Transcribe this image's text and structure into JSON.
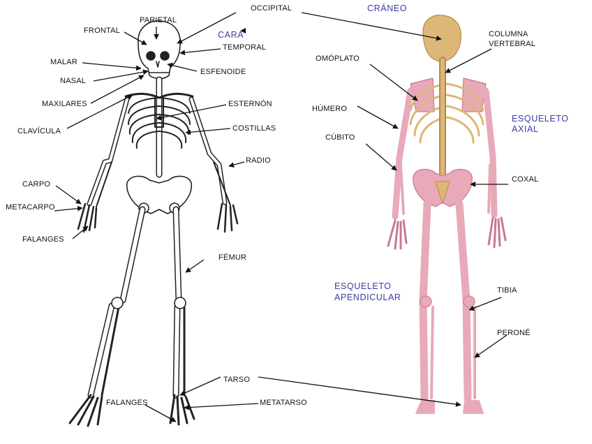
{
  "labels": {
    "occipital": "OCCIPITAL",
    "craneo": "CRÁNEO",
    "parietal": "PARIETAL",
    "frontal": "FRONTAL",
    "cara": "CARA",
    "temporal": "TEMPORAL",
    "columna_vertebral_1": "COLUMNA",
    "columna_vertebral_2": "VERTEBRAL",
    "malar": "MALAR",
    "omoplato": "OMÓPLATO",
    "nasal": "NASAL",
    "esfenoide": "ESFENOIDE",
    "maxilares": "MAXILARES",
    "esternon": "ESTERNÓN",
    "humero": "HÚMERO",
    "esqueleto_axial_1": "ESQUELETO",
    "esqueleto_axial_2": "AXIAL",
    "clavicula": "CLAVÍCULA",
    "costillas": "COSTILLAS",
    "cubito": "CÚBITO",
    "radio": "RADIO",
    "coxal": "COXAL",
    "carpo": "CARPO",
    "metacarpo": "METACARPO",
    "falanges_mano": "FALANGES",
    "femur": "FÉMUR",
    "esqueleto_apendicular_1": "ESQUELETO",
    "esqueleto_apendicular_2": "APENDICULAR",
    "tibia": "TIBIA",
    "perone": "PERONÉ",
    "tarso": "TARSO",
    "falanges_pie": "FALANGES",
    "metatarso": "METATARSO"
  },
  "colors": {
    "bone_outline": "#222222",
    "bone_fill": "#ffffff",
    "pink_bone": "#e8a9b8",
    "pink_dark": "#c9788d",
    "axial_bone": "#dcb777",
    "axial_dark": "#b58a45",
    "accent_blue": "#3b3ba6"
  }
}
